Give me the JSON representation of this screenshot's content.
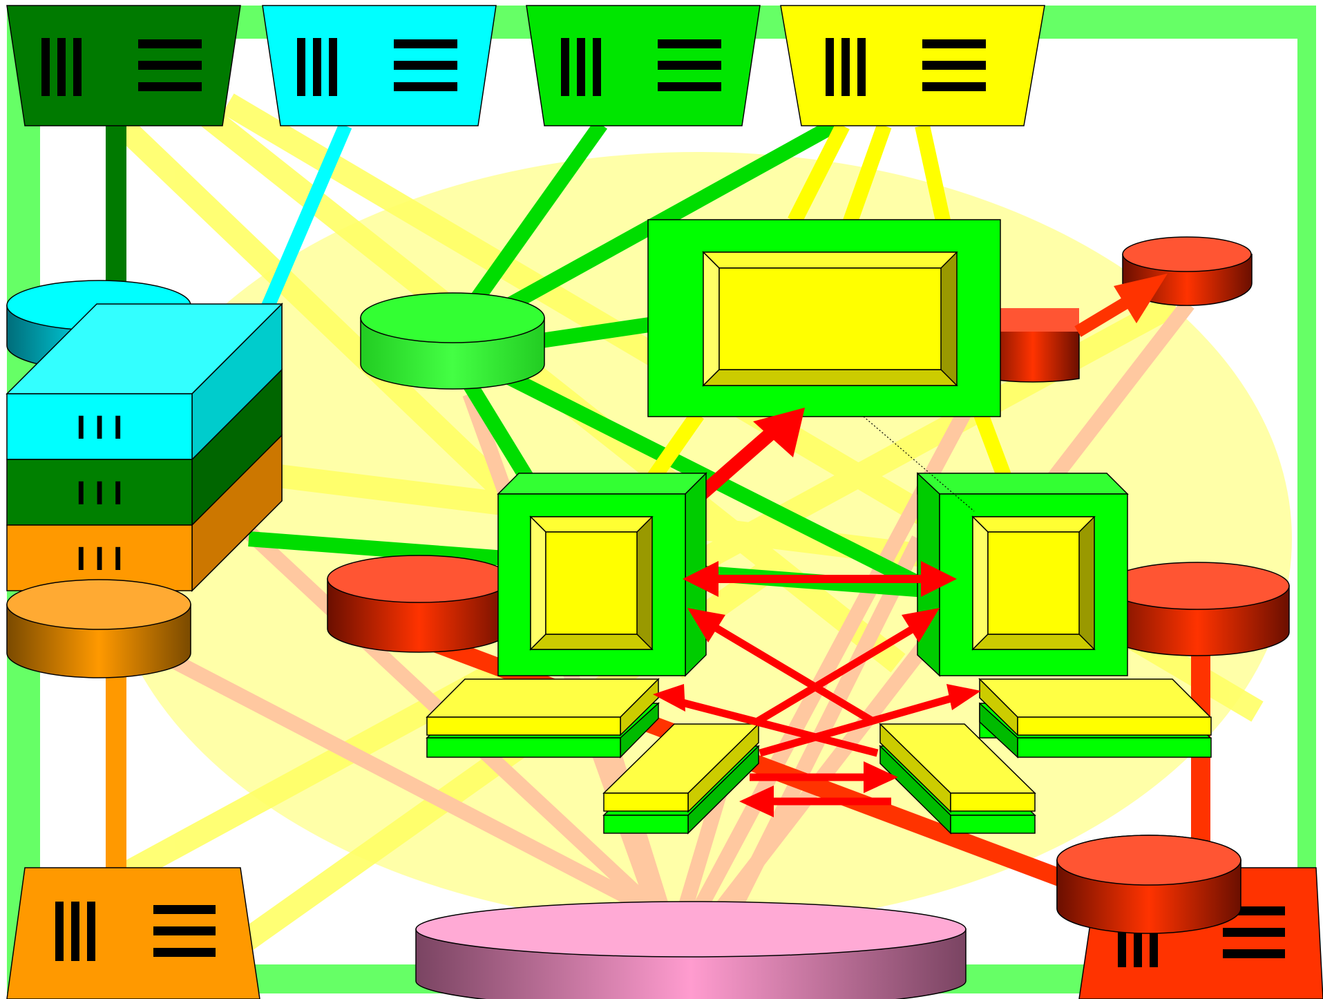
{
  "diagram": {
    "kind": "network-architecture",
    "colors": {
      "frame_green": "#66FF66",
      "dark_green": "#007A00",
      "cyan": "#00FFFF",
      "bright_green": "#00E600",
      "yellow": "#FFFF00",
      "orange": "#FF9900",
      "red_orange": "#FF3300",
      "arrow_red": "#FF0000",
      "pink": "#FFAAD5",
      "halo_yellow": "#FFFF88",
      "peach": "#FFC8A0"
    },
    "units": [
      {
        "id": "unit-dark-green",
        "color": "dark_green",
        "icon": "roman-three-and-trigram-icon"
      },
      {
        "id": "unit-cyan",
        "color": "cyan",
        "icon": "roman-three-and-trigram-icon"
      },
      {
        "id": "unit-green",
        "color": "bright_green",
        "icon": "roman-three-and-trigram-icon"
      },
      {
        "id": "unit-yellow",
        "color": "yellow",
        "icon": "roman-three-and-trigram-icon"
      },
      {
        "id": "unit-orange",
        "color": "orange",
        "icon": "roman-three-and-trigram-icon"
      },
      {
        "id": "unit-red",
        "color": "red_orange",
        "icon": "roman-three-and-trigram-icon"
      }
    ],
    "stack_layers": [
      {
        "label": "I I I",
        "color": "cyan"
      },
      {
        "label": "I I I",
        "color": "dark_green"
      },
      {
        "label": "I I I",
        "color": "orange"
      }
    ],
    "icons": [
      "roman-three-icon",
      "trigram-icon",
      "cylinder-icon",
      "server-box-icon",
      "switch-slab-icon",
      "bidirectional-arrow-icon"
    ]
  }
}
